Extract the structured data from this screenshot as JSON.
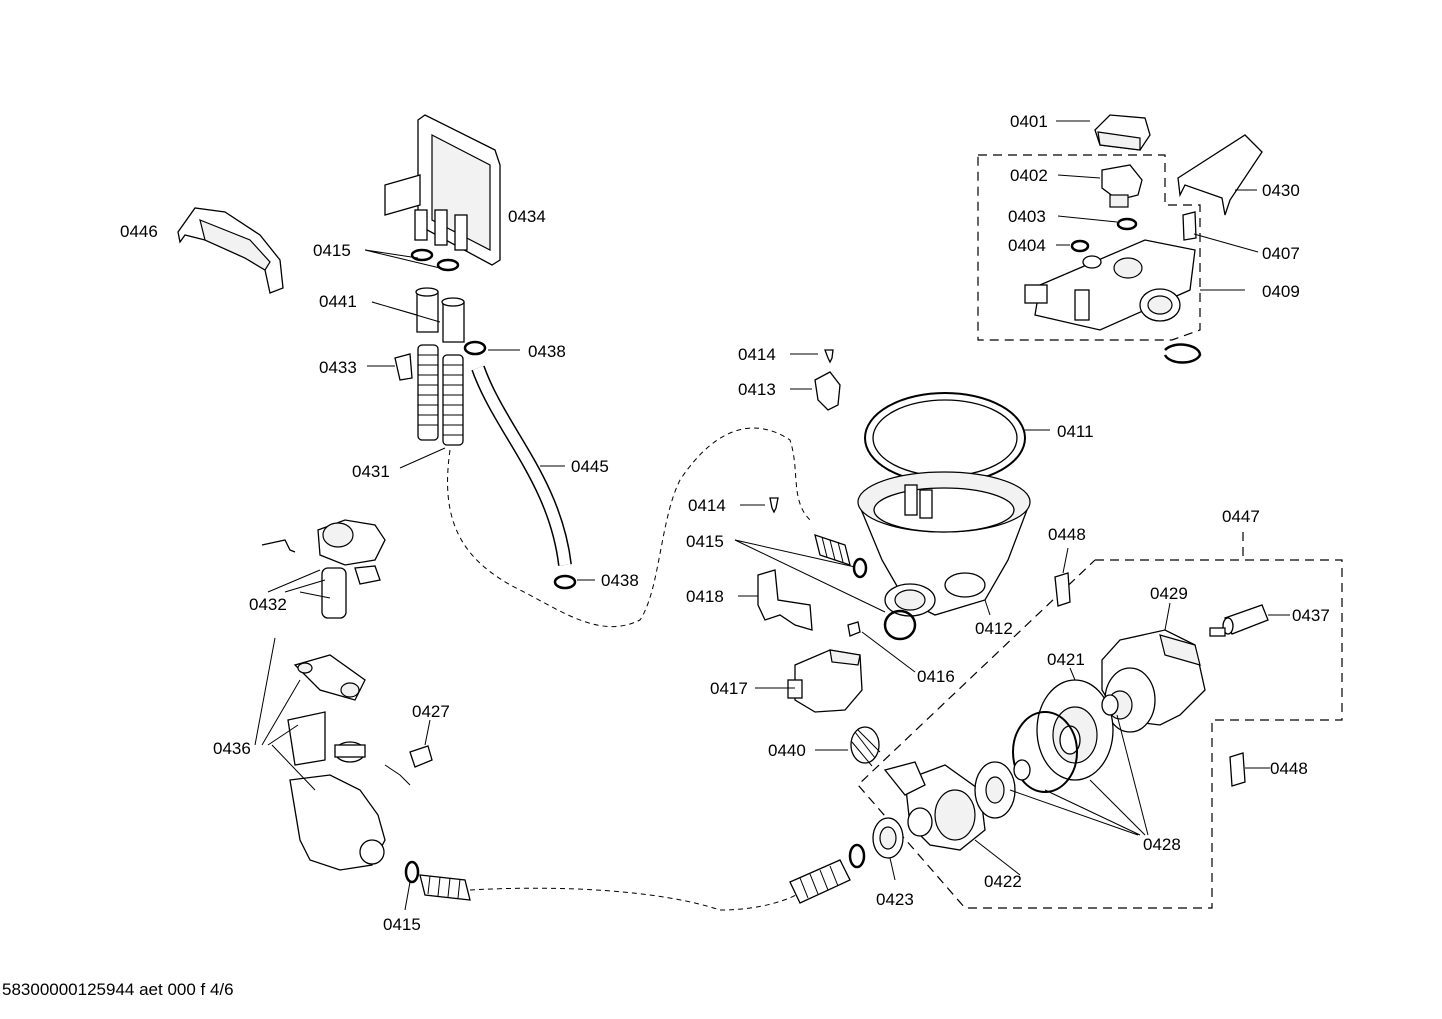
{
  "footer": "58300000125944 aet 000 f 4/6",
  "labels": {
    "l0401": "0401",
    "l0402": "0402",
    "l0403": "0403",
    "l0404": "0404",
    "l0407": "0407",
    "l0409": "0409",
    "l0430": "0430",
    "l0446": "0446",
    "l0434": "0434",
    "l0415a": "0415",
    "l0441": "0441",
    "l0438a": "0438",
    "l0433": "0433",
    "l0431": "0431",
    "l0445": "0445",
    "l0438b": "0438",
    "l0432": "0432",
    "l0436": "0436",
    "l0427": "0427",
    "l0415c": "0415",
    "l0414a": "0414",
    "l0413": "0413",
    "l0411": "0411",
    "l0414b": "0414",
    "l0415b": "0415",
    "l0418": "0418",
    "l0412": "0412",
    "l0416": "0416",
    "l0417": "0417",
    "l0448a": "0448",
    "l0447": "0447",
    "l0429": "0429",
    "l0437": "0437",
    "l0421": "0421",
    "l0440": "0440",
    "l0448b": "0448",
    "l0428": "0428",
    "l0422": "0422",
    "l0423": "0423"
  }
}
